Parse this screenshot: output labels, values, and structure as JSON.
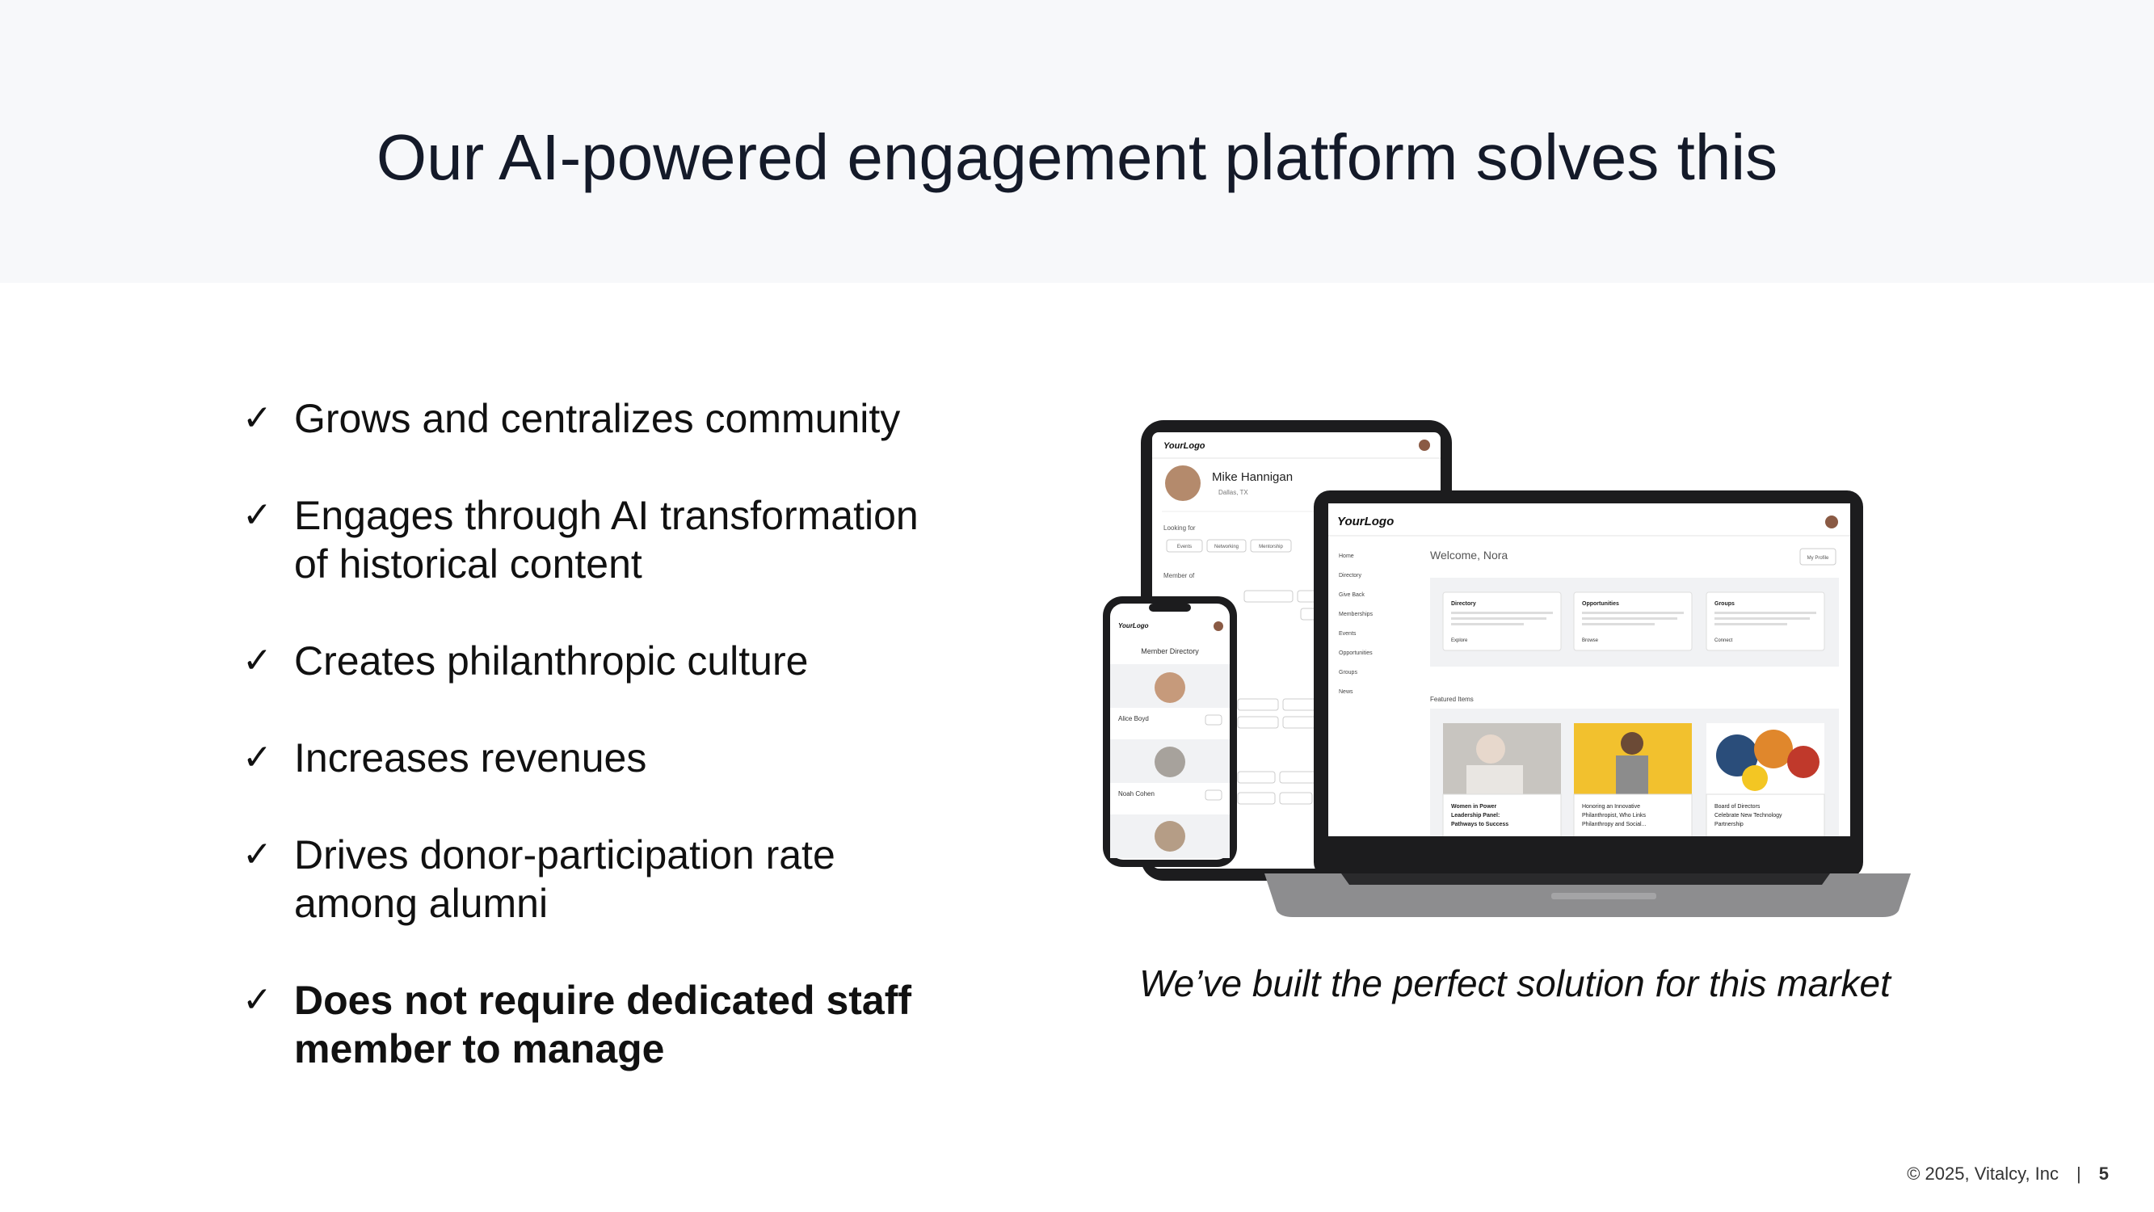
{
  "slide": {
    "title": "Our AI-powered engagement platform solves this",
    "bullets": [
      {
        "lines": [
          "Grows and centralizes community"
        ],
        "bold": false
      },
      {
        "lines": [
          "Engages through AI transformation",
          "of historical content"
        ],
        "bold": false
      },
      {
        "lines": [
          "Creates philanthropic culture"
        ],
        "bold": false
      },
      {
        "lines": [
          "Increases revenues"
        ],
        "bold": false
      },
      {
        "lines": [
          "Drives donor-participation rate",
          "among alumni"
        ],
        "bold": false
      },
      {
        "lines": [
          "Does not require dedicated staff",
          "member to manage"
        ],
        "bold": true
      }
    ],
    "check_glyph": "✓",
    "caption": "We’ve built the perfect solution for this market"
  },
  "mockup": {
    "tablet": {
      "logo": "YourLogo",
      "profile_name": "Mike Hannigan",
      "location": "Dallas, TX",
      "looking_for": "Looking for",
      "tags": [
        "Events",
        "Networking",
        "Mentorship"
      ],
      "member_of": "Member of"
    },
    "phone": {
      "logo": "YourLogo",
      "title": "Member Directory",
      "members": [
        "Alice Boyd",
        "Noah Cohen"
      ]
    },
    "laptop": {
      "logo": "YourLogo",
      "welcome": "Welcome, Nora",
      "my_profile": "My Profile",
      "nav": [
        "Home",
        "Directory",
        "Give Back",
        "Memberships",
        "Events",
        "Opportunities",
        "Groups",
        "News"
      ],
      "cards": [
        {
          "title": "Directory",
          "action": "Explore"
        },
        {
          "title": "Opportunities",
          "action": "Browse"
        },
        {
          "title": "Groups",
          "action": "Connect"
        }
      ],
      "featured_title": "Featured Items",
      "featured": [
        [
          "Women in Power",
          "Leadership Panel:",
          "Pathways to Success"
        ],
        [
          "Honoring an Innovative",
          "Philanthropist, Who Links",
          "Philanthropy and Social..."
        ],
        [
          "Board of Directors",
          "Celebrate New Technology",
          "Partnership"
        ]
      ]
    }
  },
  "footer": {
    "copyright": "© 2025, Vitalcy, Inc",
    "separator": "|",
    "page_number": "5"
  }
}
